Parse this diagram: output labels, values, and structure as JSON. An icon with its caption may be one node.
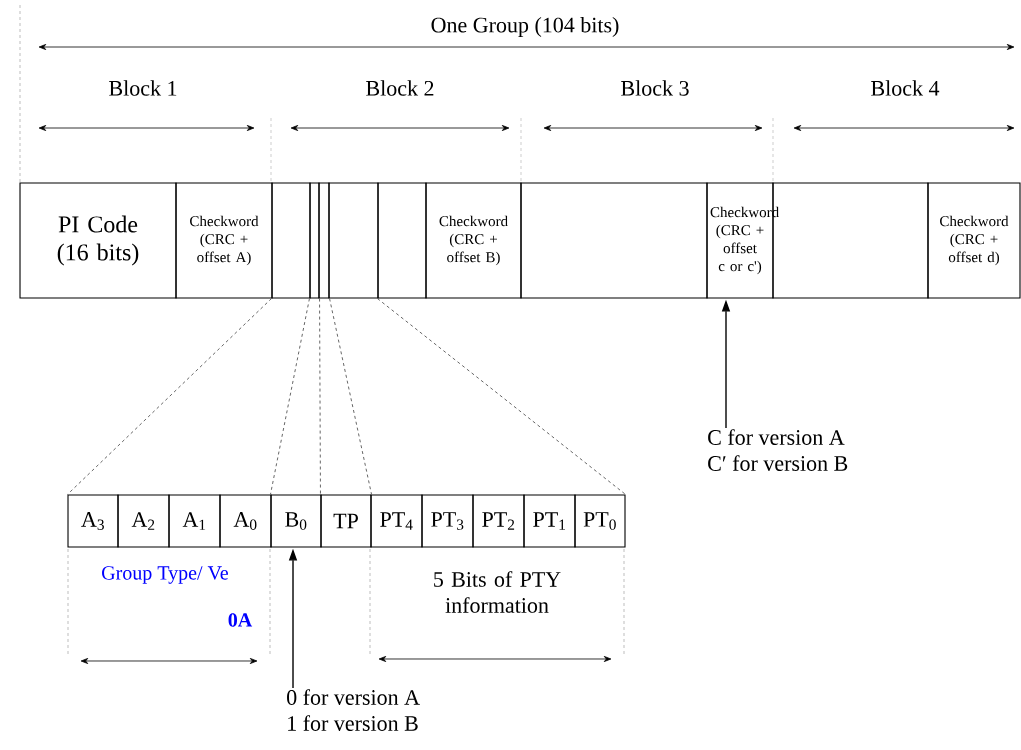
{
  "diagram": {
    "nodes": [
      {
        "text": [
          "PI Code (16 bits)"
        ]
      },
      {
        "text": [
          "Checkword (CRC + offset A)"
        ]
      },
      {
        "text": [],
        "shape": "box"
      },
      {
        "text": [],
        "shape": "box"
      },
      {
        "text": [],
        "shape": "box"
      },
      {
        "text": [],
        "shape": "box"
      },
      {
        "text": [],
        "shape": "box"
      },
      {
        "text": [
          "Checkword (CRC + offset B)"
        ]
      },
      {
        "text": [],
        "shape": "box"
      },
      {
        "text": [
          "Checkword (CRC + offset c or c')"
        ]
      },
      {
        "text": [],
        "shape": "box"
      },
      {
        "text": [
          "Checkword (CRC + offset d)"
        ]
      },
      {
        "text": [
          "C for version A",
          "C′ for version B"
        ]
      },
      {
        "text": [
          "A$_{3}$"
        ]
      },
      {
        "text": [
          "A$_{2}$"
        ]
      },
      {
        "text": [
          "A$_{1}$"
        ]
      },
      {
        "text": [
          "A$_{0}$"
        ]
      },
      {
        "text": [
          "B$_{0}$"
        ]
      },
      {
        "text": [
          "TP"
        ]
      },
      {
        "text": [
          "PT$_{4}$"
        ]
      },
      {
        "text": [
          "PT$_{3}$"
        ]
      },
      {
        "text": [
          "PT$_{2}$"
        ]
      },
      {
        "text": [
          "PT$_{1}$"
        ]
      },
      {
        "text": [
          "PT$_{0}$"
        ]
      },
      {
        "text": [
          "0 for version A",
          "1 for version B"
        ]
      }
    ],
    "edges": [
      {
        "from": 2,
        "to": 13,
        "arrow": "none",
        "style": "dashed"
      },
      {
        "from": 3,
        "to": 17,
        "arrow": "none",
        "style": "dashed"
      },
      {
        "from": 3,
        "to": 18,
        "arrow": "none",
        "style": "dashed"
      },
      {
        "from": 4,
        "to": 18,
        "arrow": "none",
        "style": "dashed"
      },
      {
        "from": 6,
        "to": 23,
        "arrow": "none",
        "style": "dashed"
      },
      {
        "from": 12,
        "to": 9,
        "arrow": "to",
        "color": "#000000"
      },
      {
        "from": 24,
        "to": 17,
        "arrow": "to",
        "color": "#000000"
      }
    ],
    "labels": [
      "One Group (104 bits)",
      "Block 1",
      "Block 2",
      "Block 3",
      "Block 4",
      "Group Type/ Ve",
      "0A",
      "5 Bits of PTY information"
    ]
  }
}
